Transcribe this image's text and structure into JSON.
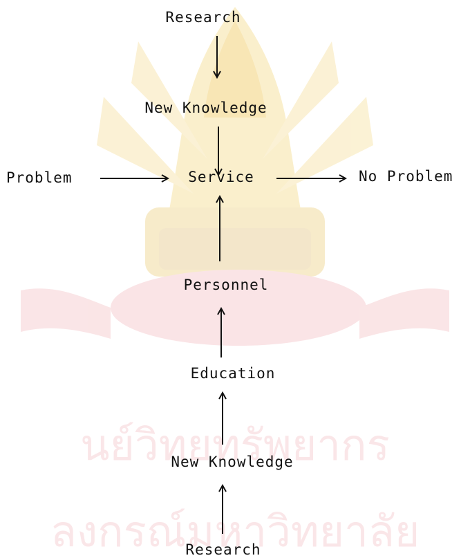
{
  "diagram": {
    "nodes": {
      "research_top": "Research",
      "new_knowledge_top": "New Knowledge",
      "problem": "Problem",
      "service": "Service",
      "no_problem": "No Problem",
      "personnel": "Personnel",
      "education": "Education",
      "new_knowledge_bottom": "New Knowledge",
      "research_bottom": "Research"
    },
    "edges": [
      {
        "from": "Research",
        "to": "New Knowledge"
      },
      {
        "from": "New Knowledge",
        "to": "Service"
      },
      {
        "from": "Problem",
        "to": "Service"
      },
      {
        "from": "Service",
        "to": "No Problem"
      },
      {
        "from": "Personnel",
        "to": "Service"
      },
      {
        "from": "Education",
        "to": "Personnel"
      },
      {
        "from": "New Knowledge",
        "to": "Education"
      },
      {
        "from": "Research",
        "to": "New Knowledge"
      }
    ],
    "colors": {
      "ink": "#111111",
      "watermark_gold": "#f3d27a",
      "watermark_red": "#f4c0c4"
    },
    "watermark": {
      "description": "university-seal",
      "text_line_1": "นย์วิทยทรัพยากร",
      "text_line_2": "ลงกรณ์มหาวิทยาลัย"
    }
  }
}
